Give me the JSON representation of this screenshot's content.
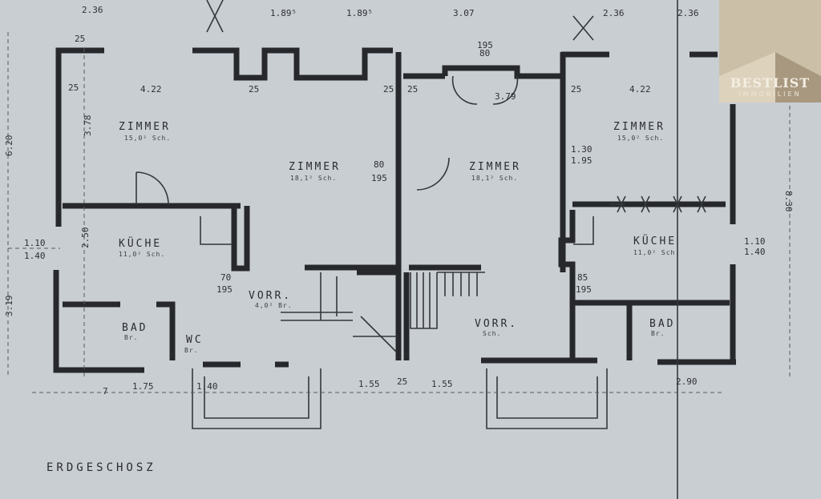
{
  "plan": {
    "title": "ERDGESCHOSZ",
    "rooms": [
      {
        "name": "ZIMMER",
        "area": "15,0² Sch."
      },
      {
        "name": "ZIMMER",
        "area": "18,1² Sch."
      },
      {
        "name": "ZIMMER",
        "area": "18,1² Sch."
      },
      {
        "name": "ZIMMER",
        "area": "15,0² Sch."
      },
      {
        "name": "KÜCHE",
        "area": "11,0² Sch."
      },
      {
        "name": "KÜCHE",
        "area": "11,0² Sch."
      },
      {
        "name": "BAD",
        "area": "Br."
      },
      {
        "name": "BAD",
        "area": "Br."
      },
      {
        "name": "VORR.",
        "area": "4,0² Br."
      },
      {
        "name": "VORR.",
        "area": "Sch."
      },
      {
        "name": "WC",
        "area": "Br."
      }
    ],
    "dimensions": [
      "2.36",
      "1.89⁵",
      "1.89⁵",
      "3.07",
      "2.36",
      "2.36",
      "4.22",
      "4.22",
      "3.79",
      "3.78",
      "6.20",
      "8.30",
      "2.50",
      "3.19",
      "1.10",
      "1.40",
      "1.10",
      "1.40",
      "80",
      "195",
      "80",
      "195",
      "1.30",
      "1.95",
      "70",
      "195",
      "85",
      "195",
      "1.75",
      "1.40",
      "1.55",
      "1.55",
      "2.90",
      "25",
      "25",
      "25",
      "25",
      "25",
      "25",
      "25",
      "7"
    ]
  },
  "logo": {
    "name": "BESTLIST",
    "tagline": "IMMOBILIEN",
    "colors": {
      "bg": "#cbbfa8",
      "dark": "#a89880",
      "light": "#ddd2bc"
    }
  }
}
